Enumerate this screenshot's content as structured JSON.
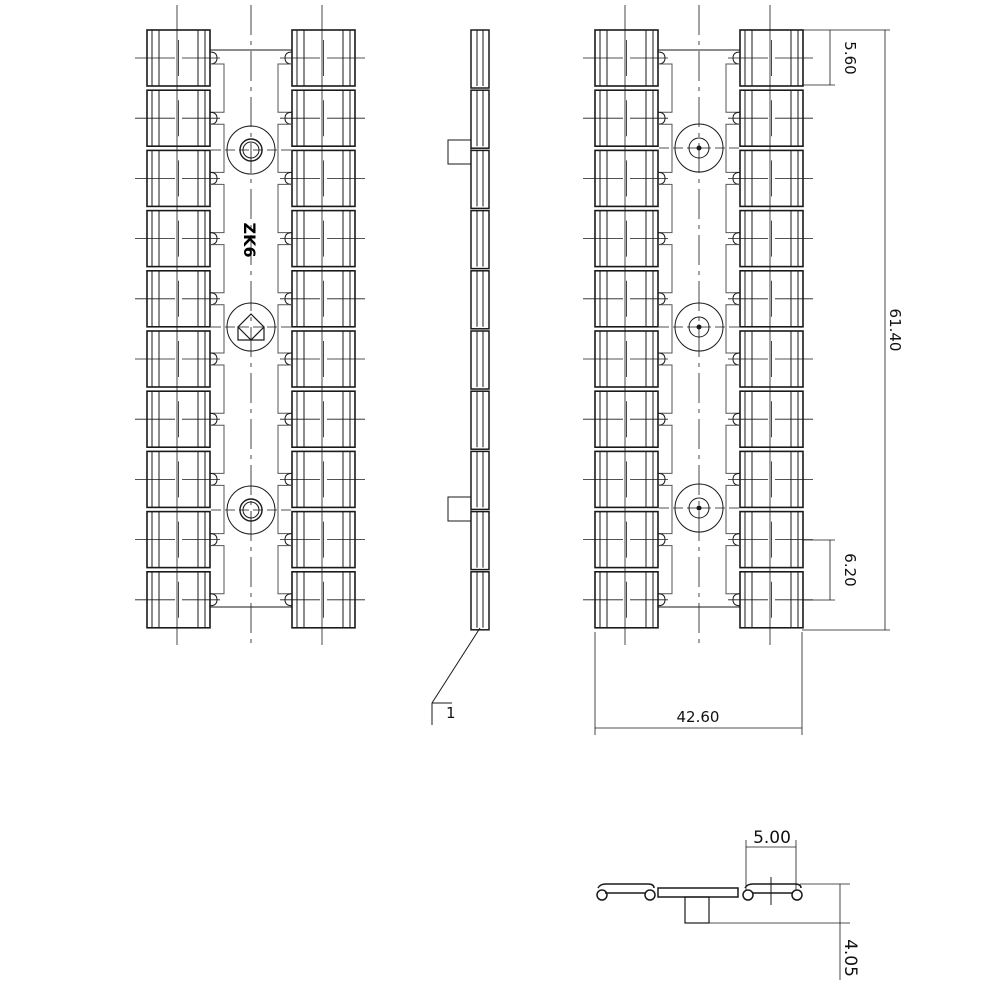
{
  "drawing": {
    "part_marking": "ZK6",
    "balloon_label": "1",
    "link_rows": 10,
    "line_color": "#1a1a1a",
    "dimensions": {
      "top_pitch": "5.60",
      "overall_length": "61.40",
      "bottom_pitch": "6.20",
      "overall_width": "42.60",
      "section_pitch": "5.00",
      "section_height": "4.05"
    }
  }
}
